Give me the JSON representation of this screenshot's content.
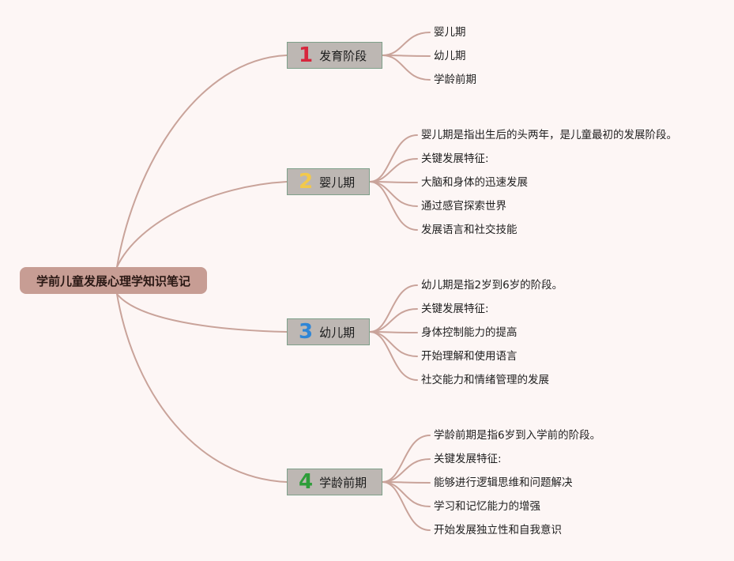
{
  "root": {
    "label": "学前儿童发展心理学知识笔记"
  },
  "colors": {
    "background": "#fdf6f5",
    "root_fill": "#c79d94",
    "branch_fill": "#bdb7b3",
    "branch_border": "#7fa08a",
    "connector": "#c9a39a"
  },
  "branches": [
    {
      "number": "1",
      "number_color": "#d7263d",
      "label": "发育阶段",
      "leaves": [
        "婴儿期",
        "幼儿期",
        "学龄前期"
      ]
    },
    {
      "number": "2",
      "number_color": "#f2c94c",
      "label": "婴儿期",
      "leaves": [
        "婴儿期是指出生后的头两年，是儿童最初的发展阶段。",
        "关键发展特征:",
        "大脑和身体的迅速发展",
        "通过感官探索世界",
        "发展语言和社交技能"
      ]
    },
    {
      "number": "3",
      "number_color": "#2f86d6",
      "label": "幼儿期",
      "leaves": [
        "幼儿期是指2岁到6岁的阶段。",
        "关键发展特征:",
        "身体控制能力的提高",
        "开始理解和使用语言",
        "社交能力和情绪管理的发展"
      ]
    },
    {
      "number": "4",
      "number_color": "#2e9d3a",
      "label": "学龄前期",
      "leaves": [
        "学龄前期是指6岁到入学前的阶段。",
        "关键发展特征:",
        "能够进行逻辑思维和问题解决",
        "学习和记忆能力的增强",
        "开始发展独立性和自我意识"
      ]
    }
  ]
}
